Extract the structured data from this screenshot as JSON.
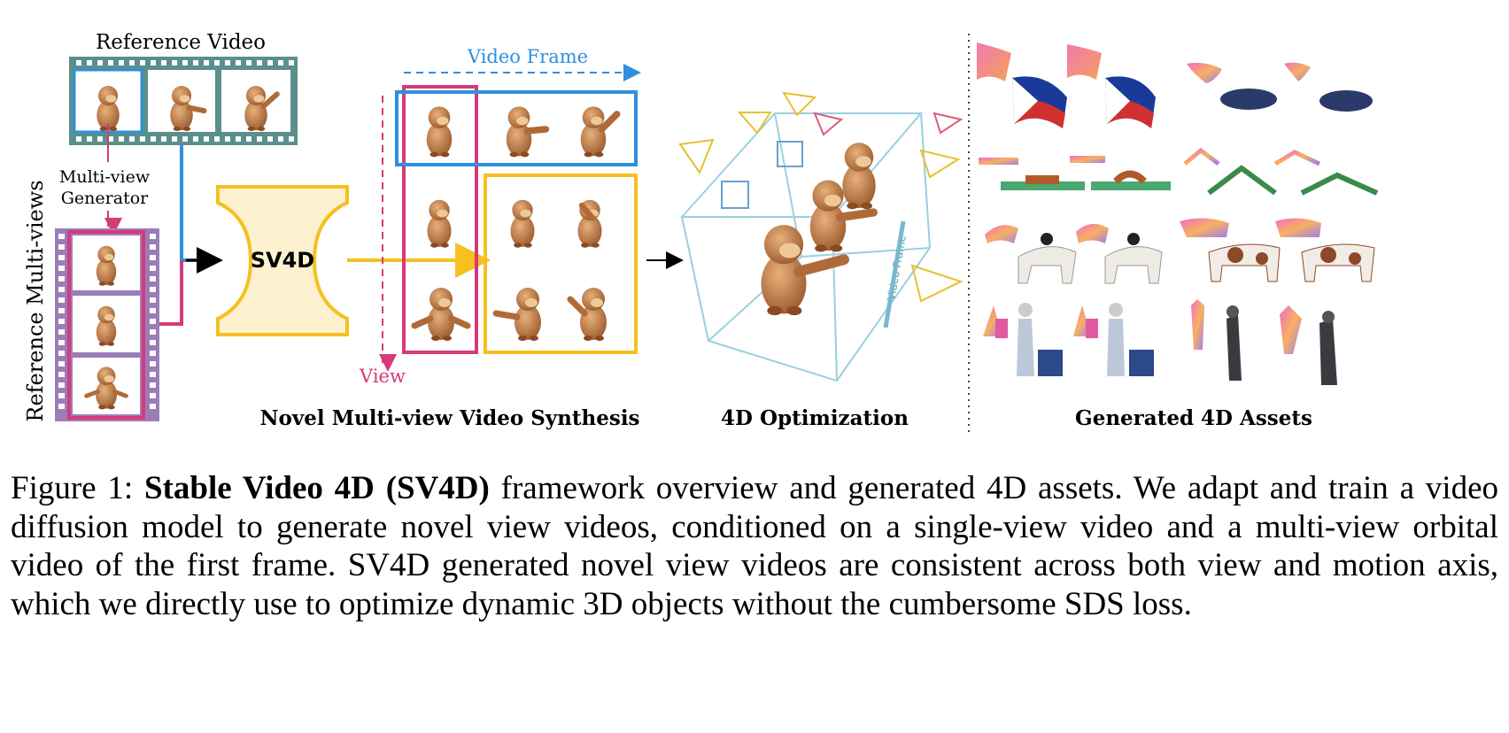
{
  "figure": {
    "reference_video_label": "Reference Video",
    "multiview_generator_line1": "Multi-view",
    "multiview_generator_line2": "Generator",
    "reference_multiviews_label": "Reference Multi-views",
    "model_label": "SV4D",
    "video_frame_label": "Video Frame",
    "view_label": "View",
    "box_video_frame_label": "Video Frame",
    "section_synthesis": "Novel Multi-view Video Synthesis",
    "section_optimization": "4D Optimization",
    "section_assets": "Generated 4D Assets",
    "colors": {
      "film": "#5b8f8c",
      "blue": "#2f8fe0",
      "pink": "#d63a7a",
      "yellow": "#f5c020",
      "sv4d_fill": "#fdf1d0",
      "purple_film": "#9a7db8"
    }
  },
  "caption": {
    "prefix": "Figure 1: ",
    "bold": "Stable Video 4D (SV4D)",
    "text": " framework overview and generated 4D assets. We adapt and train a video diffusion model to generate novel view videos, conditioned on a single-view video and a multi-view orbital video of the first frame. SV4D generated novel view videos are consistent across both view and motion axis, which we directly use to optimize dynamic 3D objects without the cumbersome SDS loss."
  }
}
